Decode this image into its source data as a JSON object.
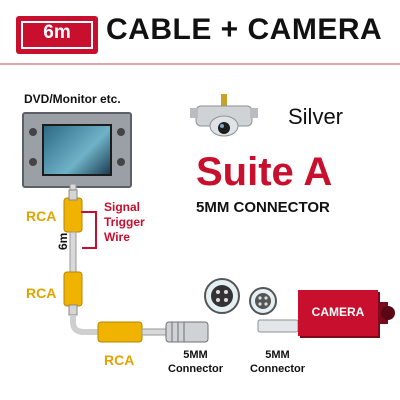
{
  "header": {
    "length_badge": "6m",
    "title": "CABLE + CAMERA"
  },
  "monitor_label": "DVD/Monitor etc.",
  "camera_color": "Silver",
  "suite": {
    "name": "Suite A",
    "connector": "5MM CONNECTOR"
  },
  "cable": {
    "rca_top": "RCA",
    "rca_middle": "RCA",
    "rca_bottom": "RCA",
    "length": "6m",
    "signal_line1": "Signal",
    "signal_line2": "Trigger",
    "signal_line3": "Wire"
  },
  "connector_left": {
    "line1": "5MM",
    "line2": "Connector"
  },
  "connector_right": {
    "line1": "5MM",
    "line2": "Connector"
  },
  "camera_box_label": "CAMERA",
  "colors": {
    "brand_red": "#c8102e",
    "rca_yellow": "#e0a400"
  }
}
